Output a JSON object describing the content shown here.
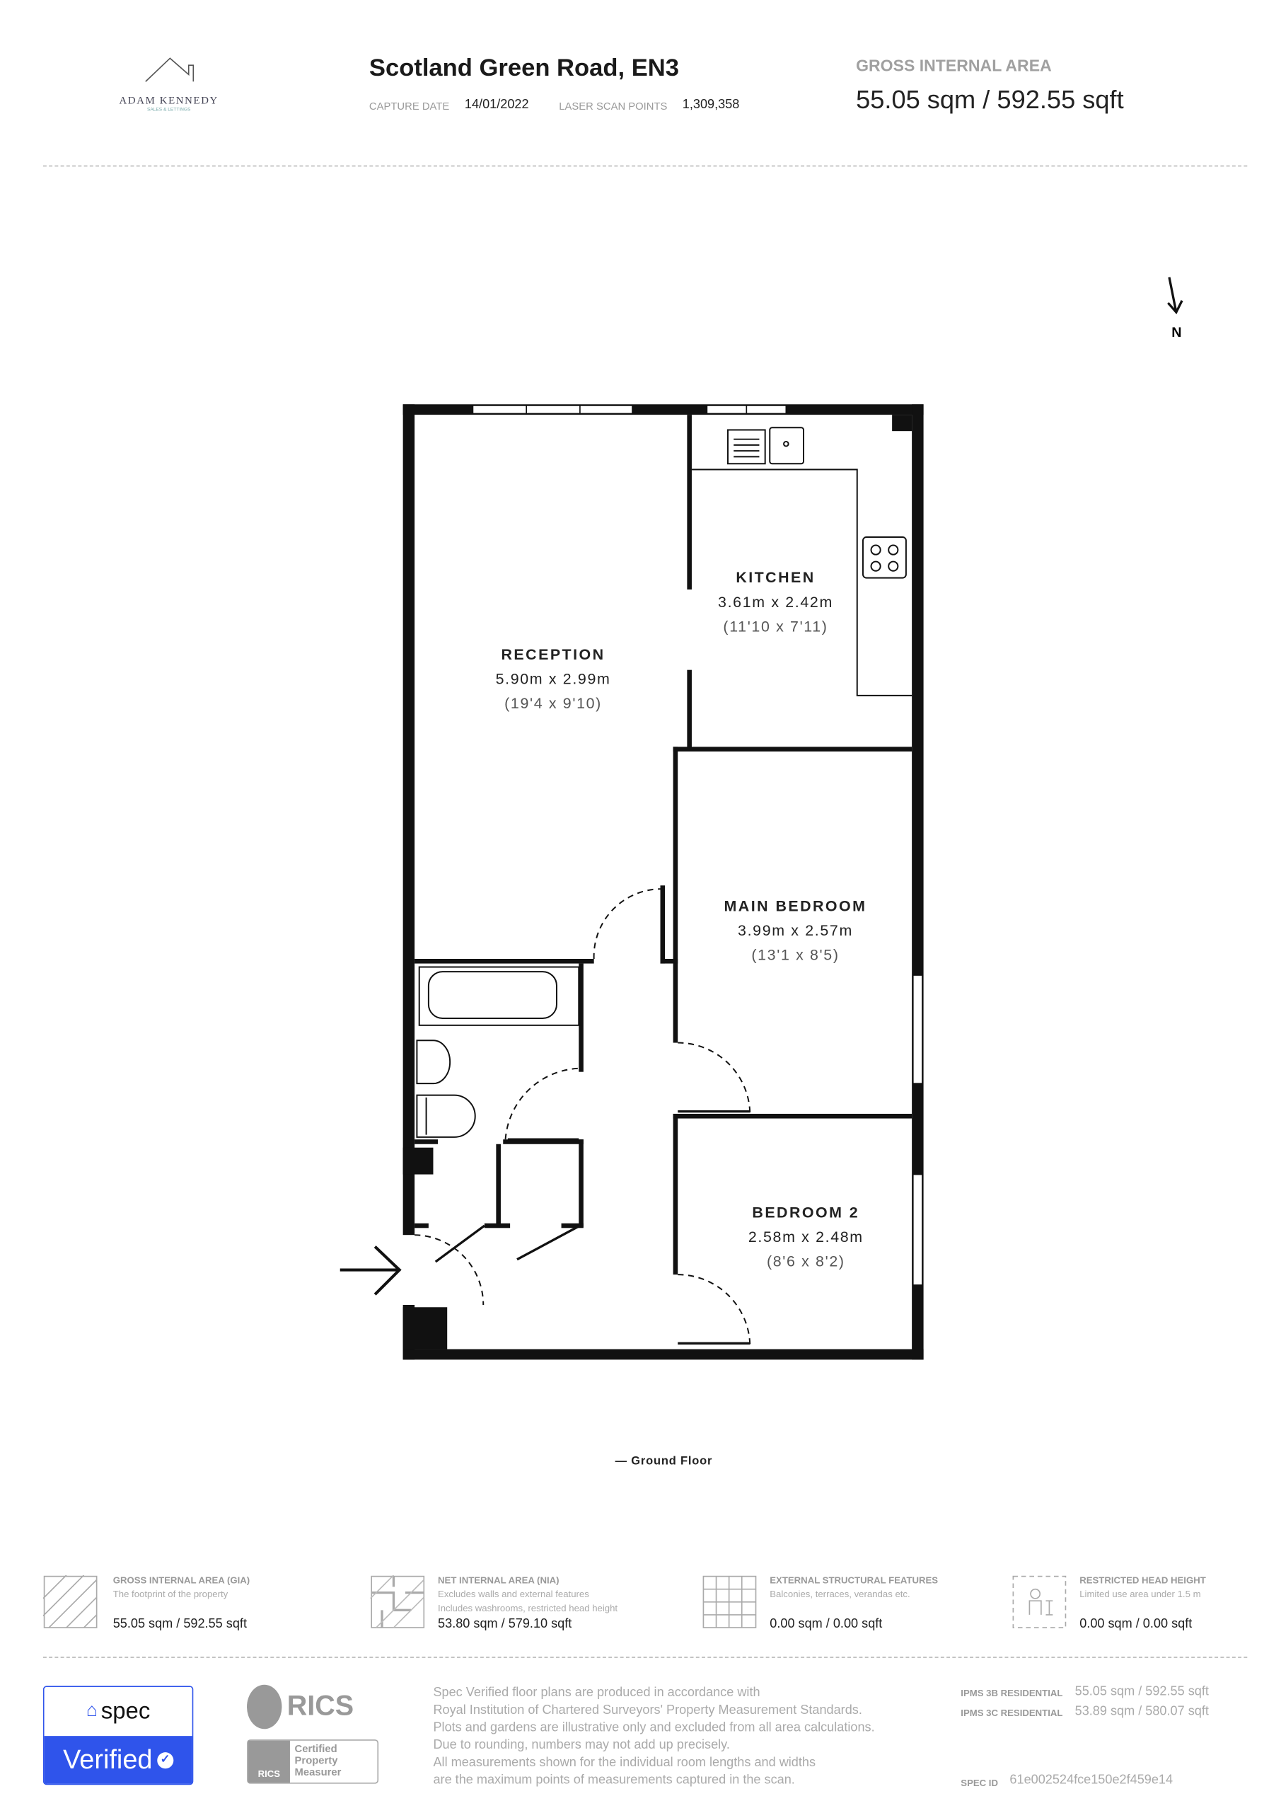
{
  "logo": {
    "name": "ADAM KENNEDY",
    "tagline": "SALES & LETTINGS"
  },
  "header": {
    "title": "Scotland Green Road, EN3",
    "capture_date_label": "CAPTURE DATE",
    "capture_date": "14/01/2022",
    "scan_points_label": "LASER SCAN POINTS",
    "scan_points": "1,309,358",
    "gia_label": "GROSS INTERNAL AREA",
    "gia_value": "55.05 sqm / 592.55 sqft"
  },
  "plan": {
    "north": "N",
    "floor_label": "— Ground Floor",
    "rooms": [
      {
        "name": "RECEPTION",
        "metric": "5.90m x 2.99m",
        "imperial": "(19'4 x 9'10)"
      },
      {
        "name": "KITCHEN",
        "metric": "3.61m x 2.42m",
        "imperial": "(11'10 x 7'11)"
      },
      {
        "name": "MAIN BEDROOM",
        "metric": "3.99m x 2.57m",
        "imperial": "(13'1 x 8'5)"
      },
      {
        "name": "BEDROOM 2",
        "metric": "2.58m x 2.48m",
        "imperial": "(8'6 x 8'2)"
      }
    ]
  },
  "legend": [
    {
      "title": "GROSS INTERNAL AREA (GIA)",
      "desc1": "The footprint of the property",
      "desc2": "",
      "value": "55.05 sqm / 592.55 sqft"
    },
    {
      "title": "NET INTERNAL AREA (NIA)",
      "desc1": "Excludes walls and external features",
      "desc2": "Includes washrooms, restricted head height",
      "value": "53.80 sqm / 579.10 sqft"
    },
    {
      "title": "EXTERNAL STRUCTURAL FEATURES",
      "desc1": "Balconies, terraces, verandas etc.",
      "desc2": "",
      "value": "0.00 sqm / 0.00 sqft"
    },
    {
      "title": "RESTRICTED HEAD HEIGHT",
      "desc1": "Limited use area under 1.5 m",
      "desc2": "",
      "value": "0.00 sqm / 0.00 sqft"
    }
  ],
  "footer": {
    "spec_logo": "spec",
    "verified": "Verified",
    "rics": "RICS",
    "rics_cert": [
      "Certified",
      "Property",
      "Measurer"
    ],
    "disclaimer": [
      "Spec Verified floor plans are produced in accordance with",
      "Royal Institution of Chartered Surveyors' Property Measurement Standards.",
      "Plots and gardens are illustrative only and excluded from all area calculations.",
      "Due to rounding, numbers may not add up precisely.",
      "All measurements shown for the individual room lengths and widths",
      "are the maximum points of measurements captured in the scan."
    ],
    "ipms3b_label": "IPMS 3B RESIDENTIAL",
    "ipms3b_value": "55.05 sqm / 592.55 sqft",
    "ipms3c_label": "IPMS 3C RESIDENTIAL",
    "ipms3c_value": "53.89 sqm / 580.07 sqft",
    "spec_id_label": "SPEC ID",
    "spec_id": "61e002524fce150e2f459e14",
    "colors": {
      "spec_blue": "#2f54eb"
    }
  }
}
